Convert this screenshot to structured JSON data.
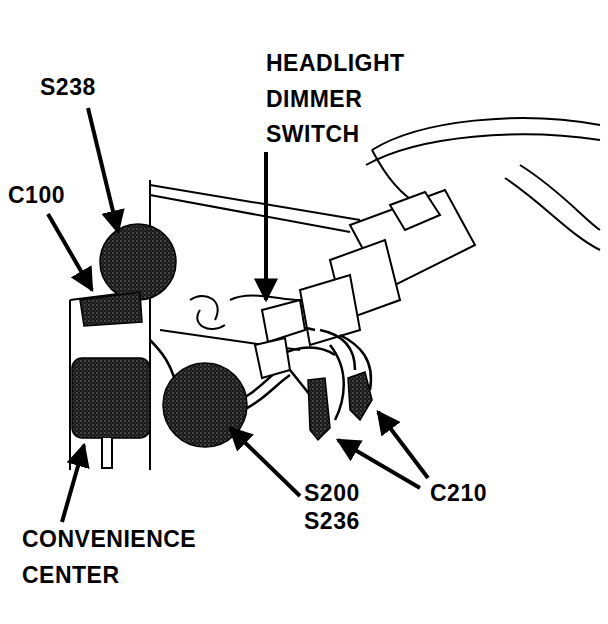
{
  "diagram": {
    "labels": [
      "S238",
      "HEADLIGHT DIMMER SWITCH",
      "C100",
      "CONVENIENCE CENTER",
      "S200",
      "S236",
      "C210"
    ]
  }
}
